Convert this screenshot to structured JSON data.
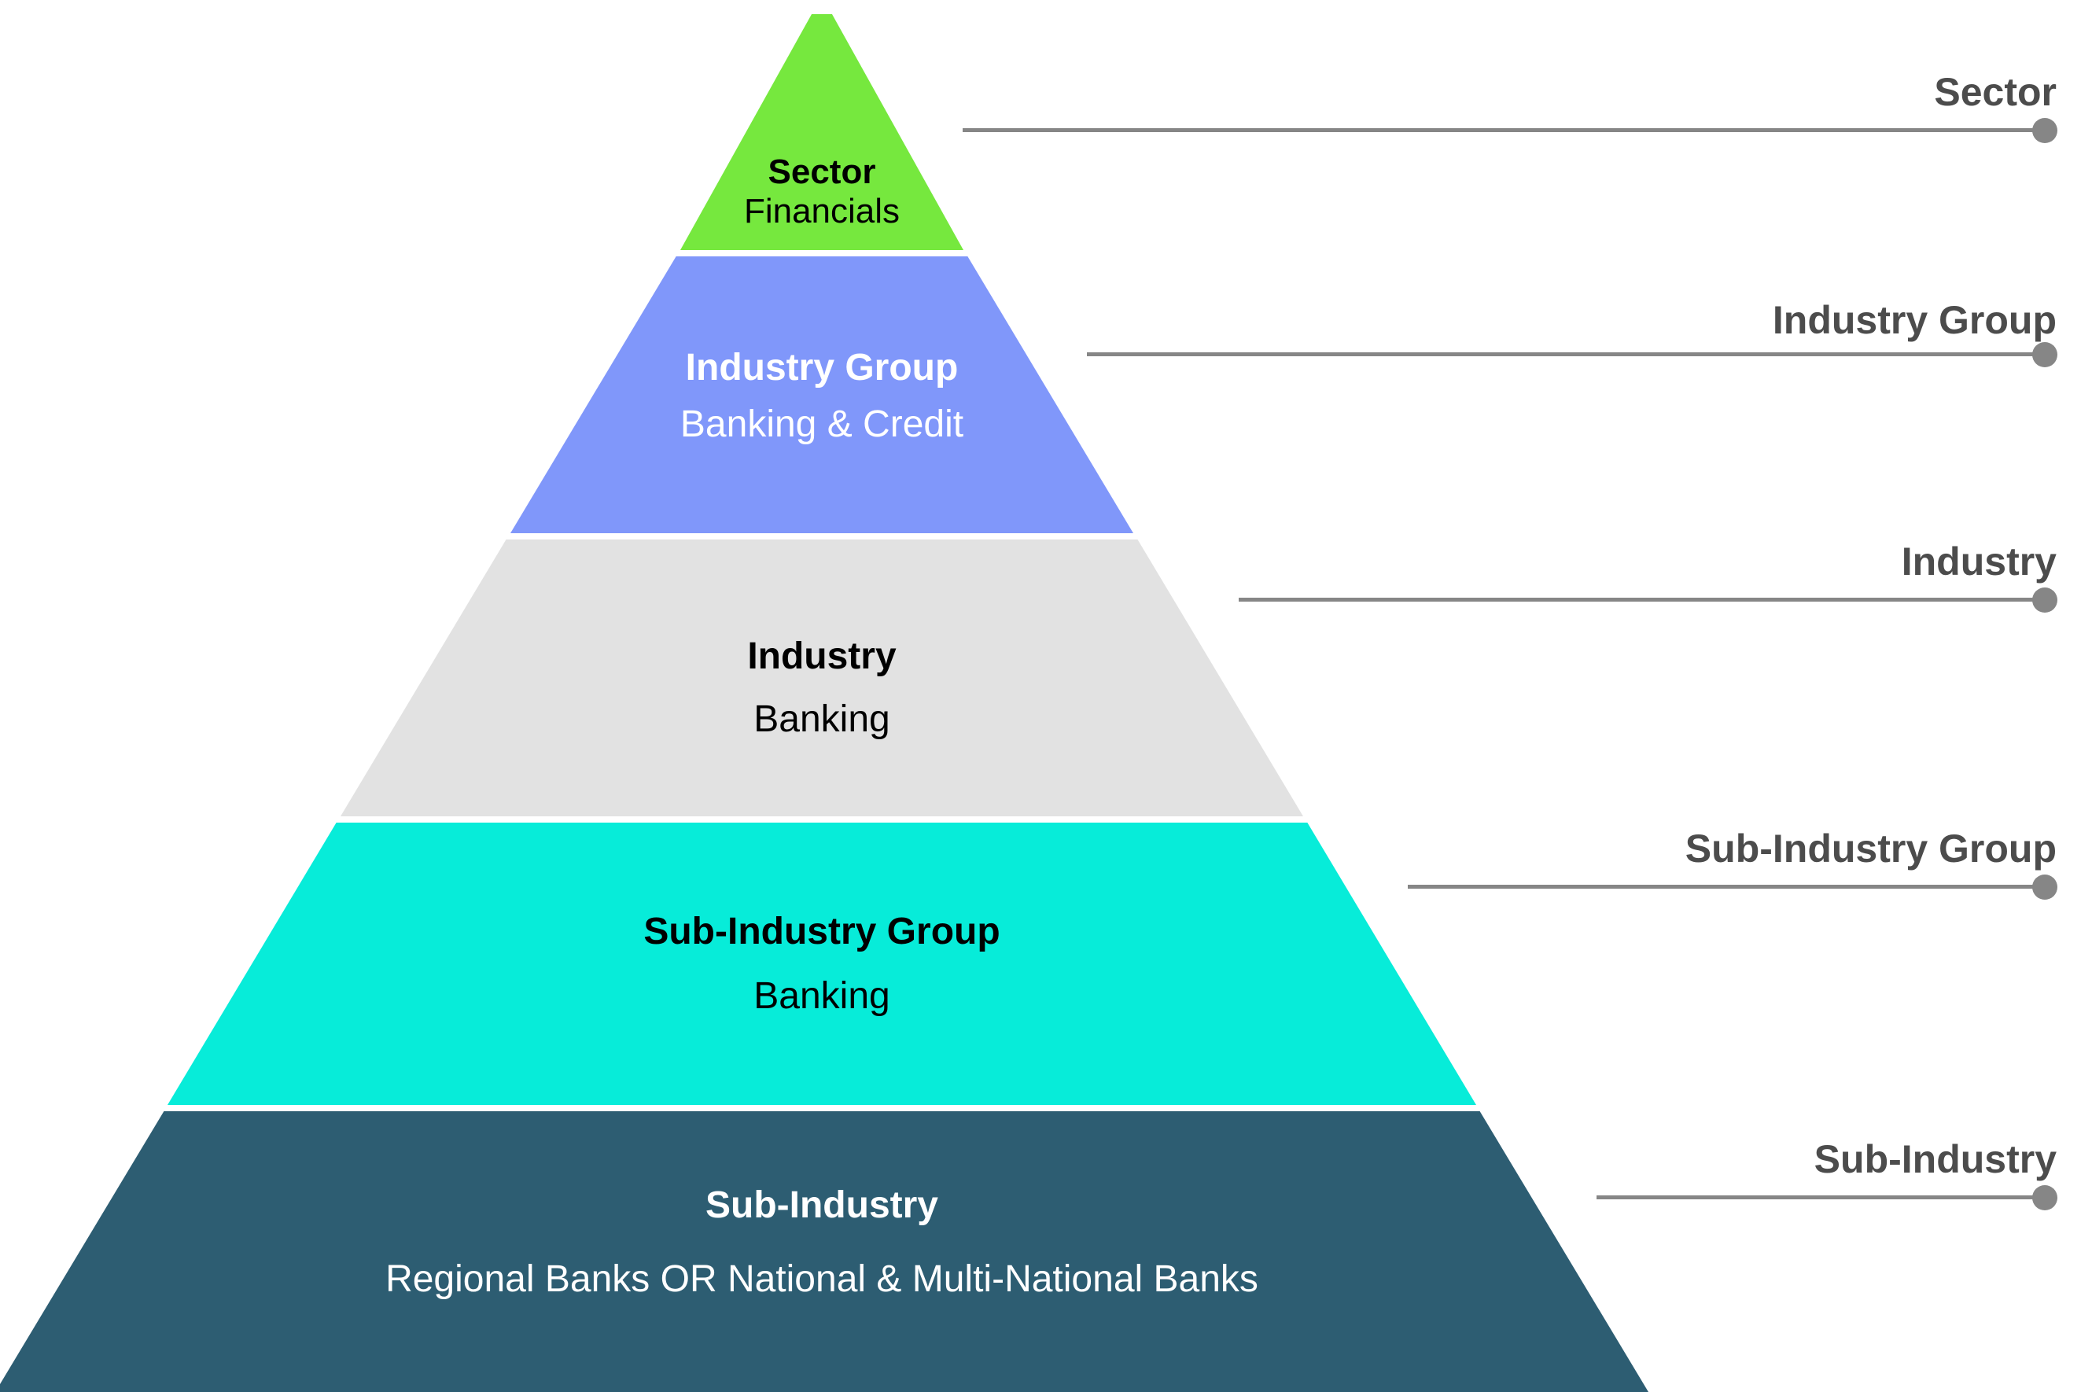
{
  "pyramid": {
    "background_color": "#ffffff",
    "callout_text_color": "#4c4c4c",
    "callout_line_color": "#868686",
    "levels": [
      {
        "title": "Sector",
        "subtitle": "Financials",
        "color": "#76e83e",
        "text_color": "#000000",
        "callout": "Sector"
      },
      {
        "title": "Industry Group",
        "subtitle": "Banking & Credit",
        "color": "#8097fa",
        "text_color": "#ffffff",
        "callout": "Industry Group"
      },
      {
        "title": "Industry",
        "subtitle": "Banking",
        "color": "#e2e2e2",
        "text_color": "#000000",
        "callout": "Industry"
      },
      {
        "title": "Sub-Industry Group",
        "subtitle": "Banking",
        "color": "#07ecd9",
        "text_color": "#000000",
        "callout": "Sub-Industry Group"
      },
      {
        "title": "Sub-Industry",
        "subtitle": "Regional Banks OR National & Multi-National Banks",
        "color": "#2d5d72",
        "text_color": "#ffffff",
        "callout": "Sub-Industry"
      }
    ]
  }
}
